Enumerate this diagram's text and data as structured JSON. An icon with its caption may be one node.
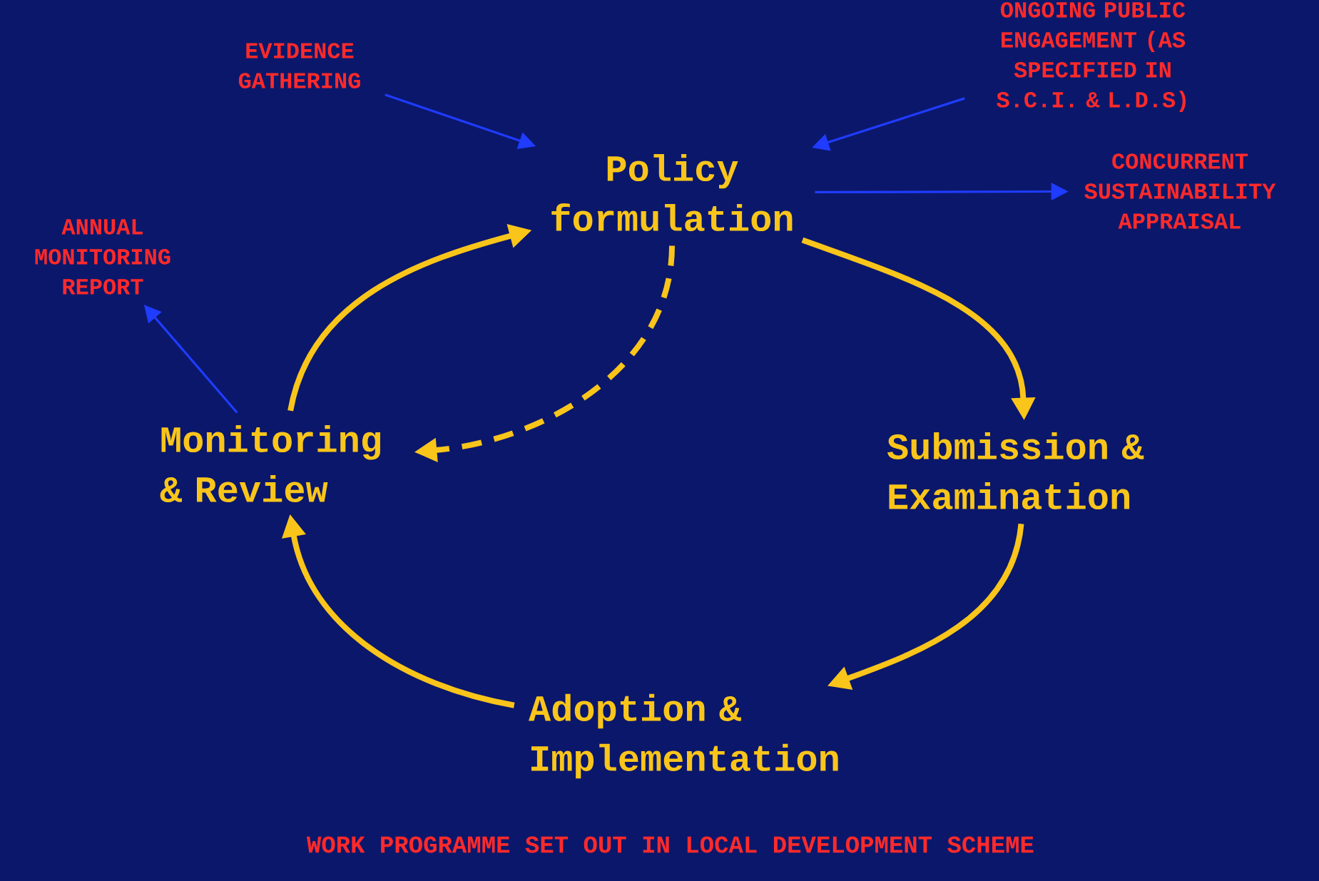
{
  "diagram": {
    "nodes": [
      {
        "text": [
          "Policy formulation"
        ]
      },
      {
        "text": [
          "Submission & Examination"
        ]
      },
      {
        "text": [
          "Adoption & Implementation"
        ]
      },
      {
        "text": [
          "Monitoring & Review"
        ]
      },
      {
        "text": [
          "EVIDENCE GATHERING"
        ]
      },
      {
        "text": [
          "ONGOING PUBLIC ENGAGEMENT (AS SPECIFIED IN S.C.I. & L.D.S)"
        ]
      },
      {
        "text": [
          "CONCURRENT SUSTAINABILITY APPRAISAL"
        ]
      },
      {
        "text": [
          "ANNUAL MONITORING REPORT"
        ]
      }
    ],
    "edges": [
      {
        "from": 0,
        "to": 1,
        "arrow": "to"
      },
      {
        "from": 1,
        "to": 2,
        "arrow": "to"
      },
      {
        "from": 2,
        "to": 3,
        "arrow": "to"
      },
      {
        "from": 3,
        "to": 0,
        "arrow": "to"
      },
      {
        "from": 0,
        "to": 3,
        "arrow": "to",
        "style": "dashed"
      },
      {
        "from": 4,
        "to": 0,
        "arrow": "to",
        "color": "#1f3cff"
      },
      {
        "from": 5,
        "to": 0,
        "arrow": "to",
        "color": "#1f3cff"
      },
      {
        "from": 0,
        "to": 6,
        "arrow": "to",
        "color": "#1f3cff"
      },
      {
        "from": 3,
        "to": 7,
        "arrow": "to",
        "color": "#1f3cff"
      }
    ],
    "labels": [
      "WORK PROGRAMME SET OUT IN LOCAL DEVELOPMENT SCHEME"
    ]
  }
}
